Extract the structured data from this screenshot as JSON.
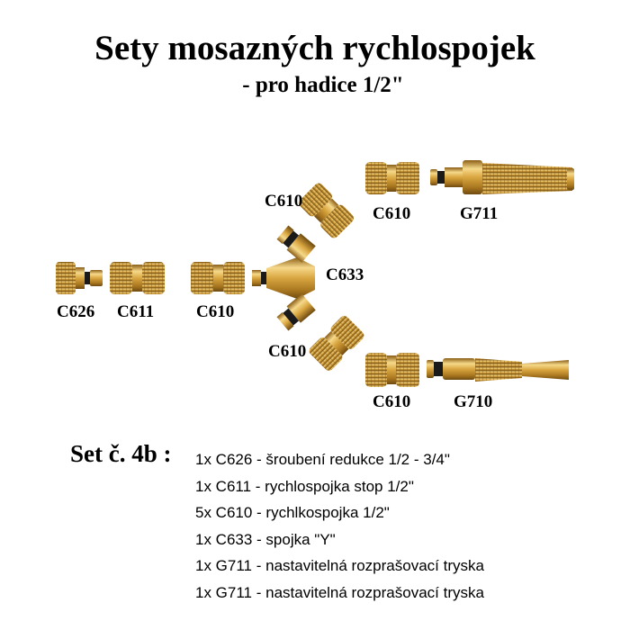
{
  "title": "Sety mosazných rychlospojek",
  "subtitle": "- pro hadice  1/2\"",
  "part_labels": {
    "c626": "C626",
    "c611": "C611",
    "c610_left": "C610",
    "c610_upper_branch": "C610",
    "c610_top": "C610",
    "c633": "C633",
    "c610_lower_branch": "C610",
    "c610_bottom": "C610",
    "g711": "G711",
    "g710": "G710"
  },
  "set": {
    "title": "Set č. 4b :",
    "items": [
      "1x C626 - šroubení redukce 1/2 - 3/4\"",
      "1x C611 - rychlospojka stop 1/2\"",
      "5x C610 - rychlkospojka 1/2\"",
      "1x C633 - spojka \"Y\"",
      "1x G711 - nastavitelná rozprašovací tryska",
      "1x G711 - nastavitelná rozprašovací tryska"
    ]
  },
  "colors": {
    "brass": "#d9a640",
    "brass_light": "#f6d98a",
    "brass_dark": "#9a6a1c",
    "black_ring": "#1a1a1a"
  }
}
